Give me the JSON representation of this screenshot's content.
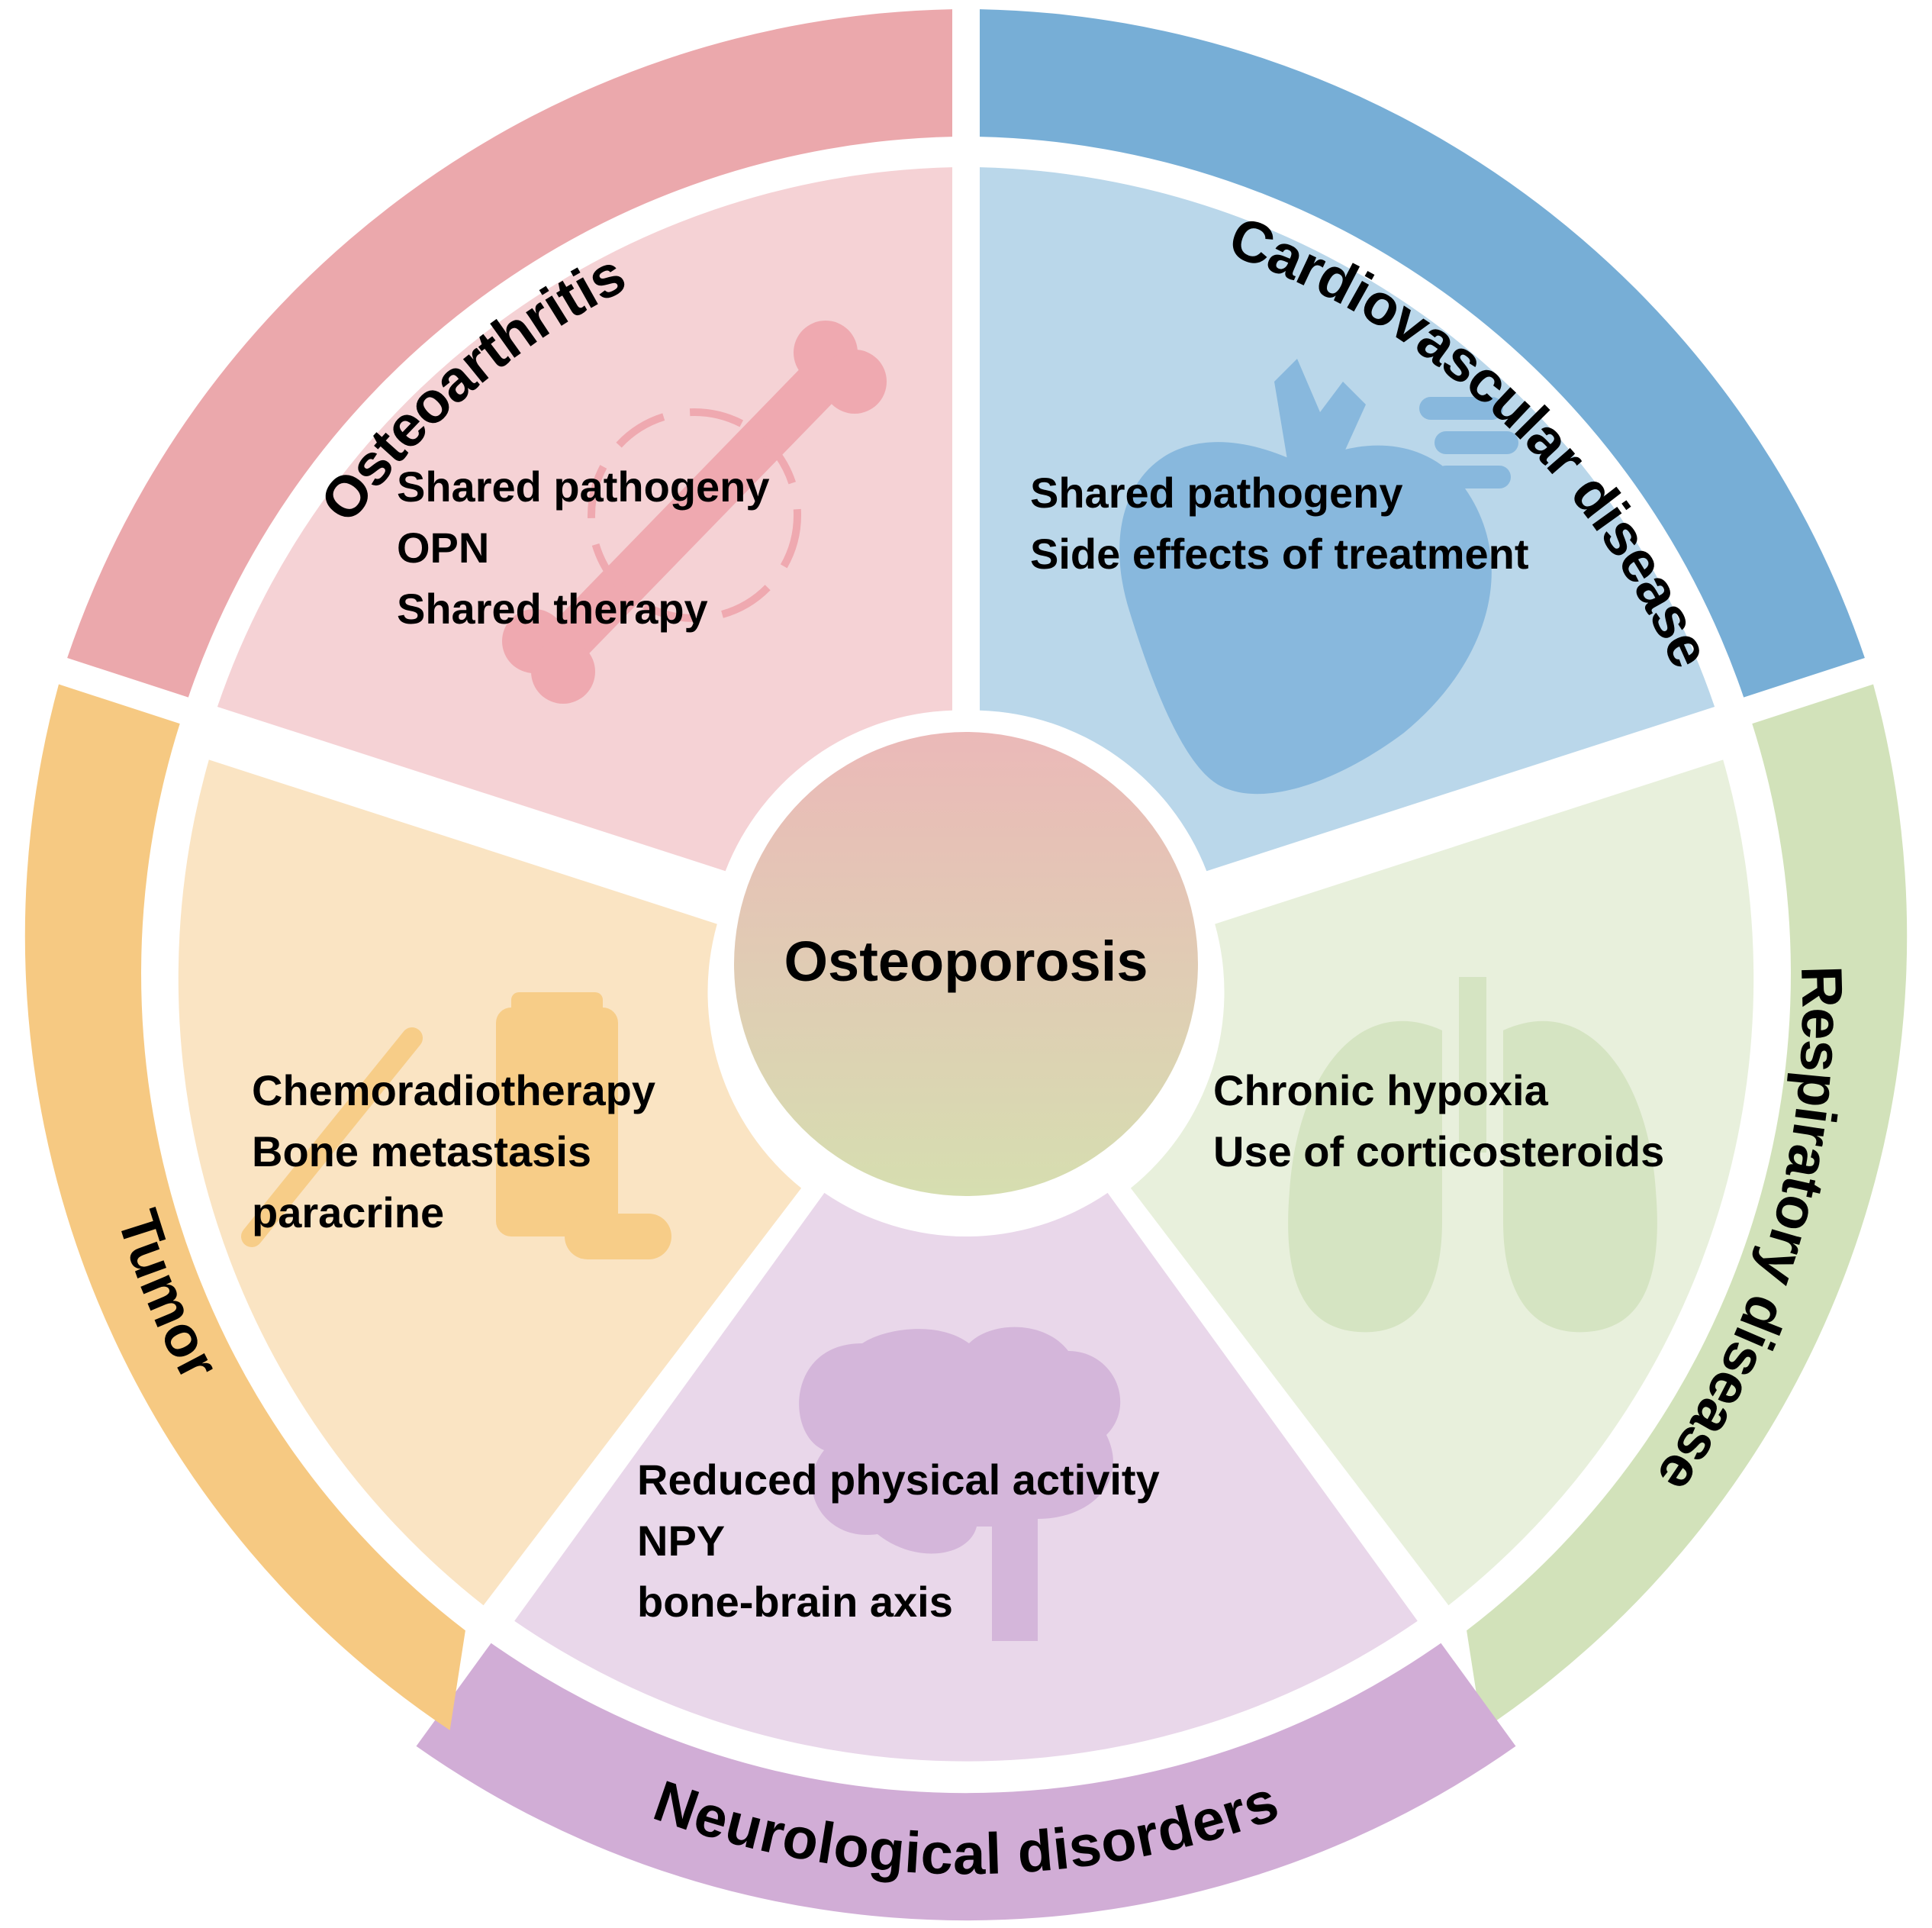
{
  "center": {
    "label": "Osteoporosis"
  },
  "segments": [
    {
      "id": "osteoarthritis",
      "label": "Osteoarthritis",
      "items": [
        "Shared pathogeny",
        "OPN",
        "Shared therapy"
      ],
      "icon": "bone-icon",
      "colors": {
        "ring": "#EBA8AC",
        "inner": "#F5D2D5",
        "icon": "#EFA9B0"
      }
    },
    {
      "id": "cardiovascular",
      "label": "Cardiovascular disease",
      "items": [
        "Shared pathogeny",
        "Side effects of treatment"
      ],
      "icon": "heart-icon",
      "colors": {
        "ring": "#77AED6",
        "inner": "#BAD7EA",
        "icon": "#88B8DD"
      }
    },
    {
      "id": "respiratory",
      "label": "Respiratory disease",
      "items": [
        "Chronic hypoxia",
        "Use of corticosteroids"
      ],
      "icon": "lungs-icon",
      "colors": {
        "ring": "#D2E2BA",
        "inner": "#E8F0DC",
        "icon": "#D5E4C2"
      }
    },
    {
      "id": "neurological",
      "label": "Neurological disorders",
      "items": [
        "Reduced physical activity",
        "NPY",
        "bone-brain axis"
      ],
      "icon": "brain-icon",
      "colors": {
        "ring": "#D1ADD6",
        "inner": "#E9D7EA",
        "icon": "#D4B6DA"
      }
    },
    {
      "id": "tumor",
      "label": "Tumor",
      "items": [
        "Chemoradiotherapy",
        "Bone metastasis",
        "paracrine"
      ],
      "icon": "syringe-pill-icon",
      "colors": {
        "ring": "#F6C982",
        "inner": "#FAE4C3",
        "icon": "#F7CD88"
      }
    }
  ],
  "center_colors": {
    "top": "#EBB9B8",
    "bottom": "#D6DEB0"
  }
}
